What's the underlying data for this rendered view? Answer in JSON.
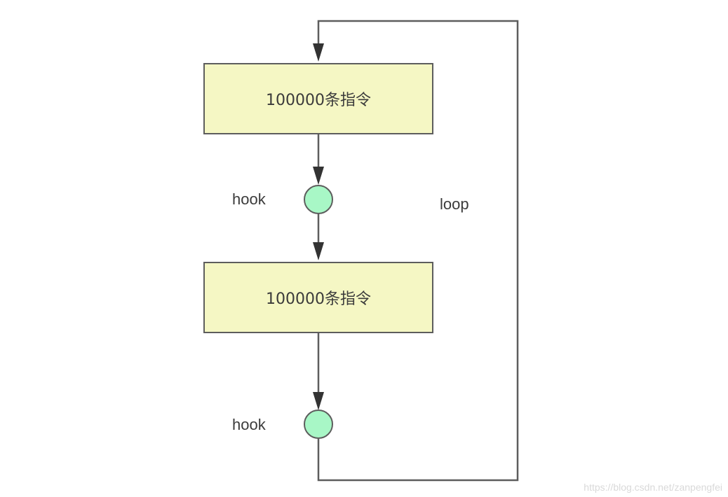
{
  "nodes": {
    "block_top": "100000条指令",
    "block_bottom": "100000条指令"
  },
  "labels": {
    "hook_top": "hook",
    "hook_bottom": "hook",
    "loop": "loop"
  },
  "watermark": "https://blog.csdn.net/zanpengfei",
  "colors": {
    "block_fill": "#f5f7c4",
    "hook_node_fill": "#a8f7c6",
    "line": "#5d5d5d",
    "arrowhead": "#333333"
  }
}
